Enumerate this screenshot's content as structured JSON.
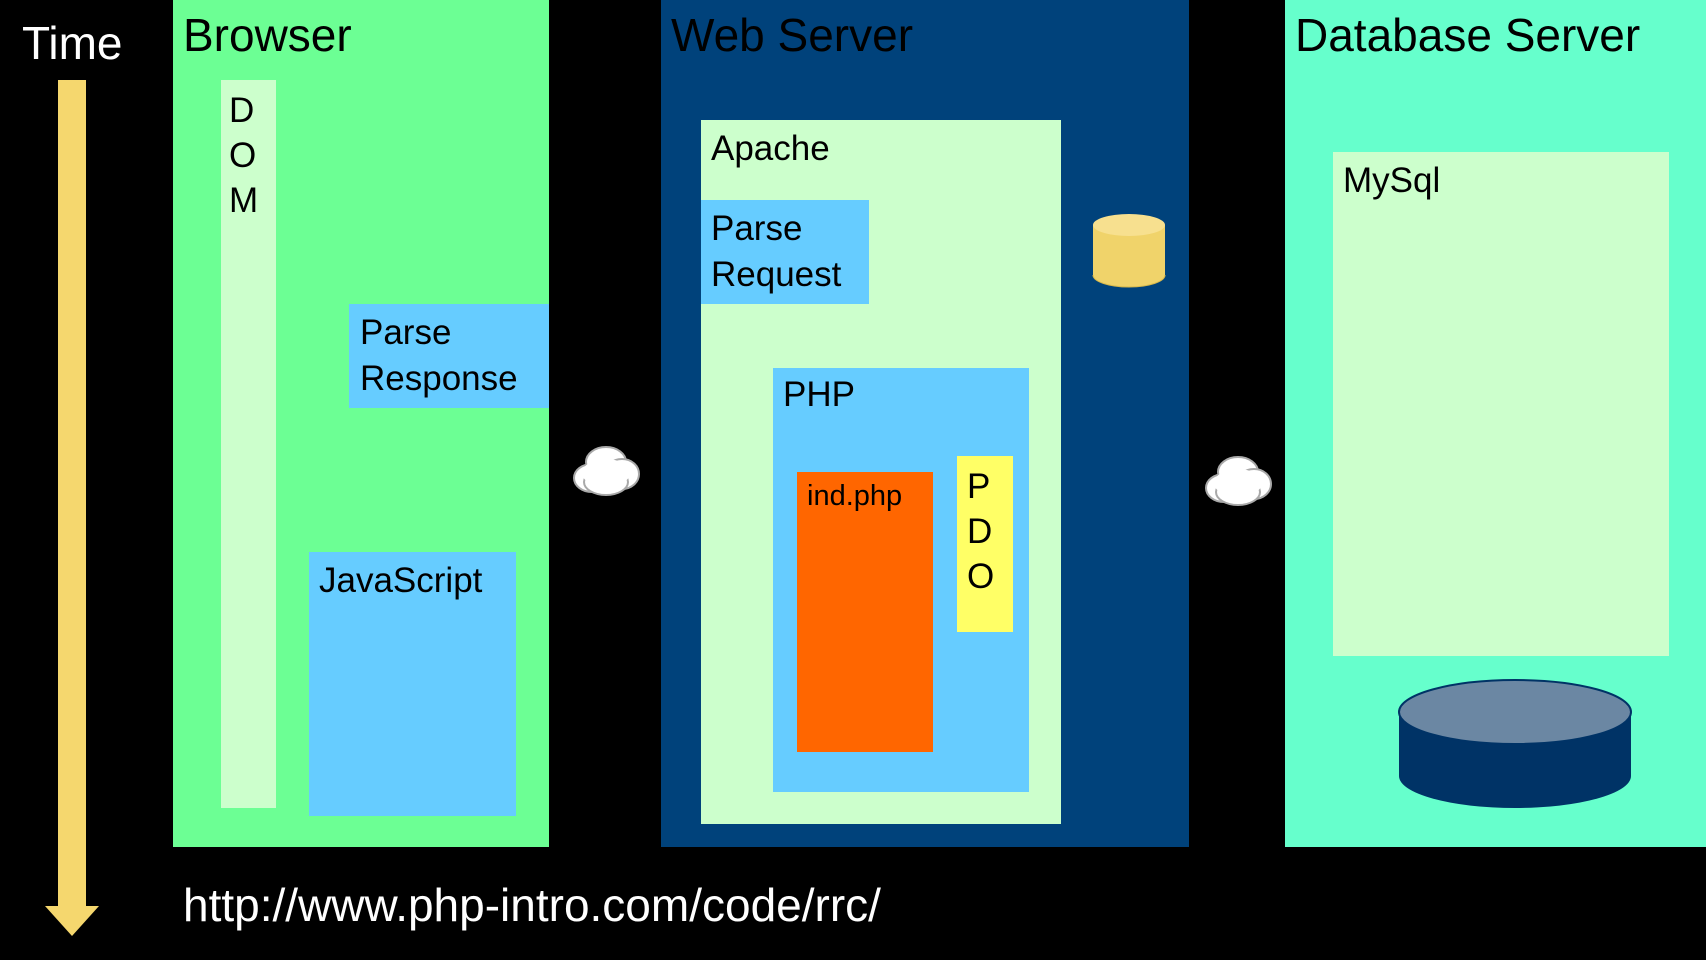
{
  "time_label": "Time",
  "browser": {
    "title": "Browser",
    "dom_letters": [
      "D",
      "O",
      "M"
    ],
    "parse_response_lines": [
      "Parse",
      "Response"
    ],
    "javascript_label": "JavaScript"
  },
  "web_server": {
    "title": "Web Server",
    "apache_label": "Apache",
    "parse_request_lines": [
      "Parse",
      "Request"
    ],
    "php_label": "PHP",
    "ind_php_label": "ind.php",
    "pdo_letters": [
      "P",
      "D",
      "O"
    ]
  },
  "database_server": {
    "title": "Database Server",
    "mysql_label": "MySql"
  },
  "url": "http://www.php-intro.com/code/rrc/",
  "colors": {
    "background": "#000000",
    "browser": "#6cff94",
    "web_server": "#00427b",
    "database_server": "#66ffcc",
    "pale_green": "#ccffcc",
    "light_blue": "#66ccff",
    "orange": "#ff6600",
    "yellow": "#ffff66",
    "arrow_gold": "#f5d76e",
    "disk_top": "#6b87a3",
    "disk_body": "#003366"
  }
}
